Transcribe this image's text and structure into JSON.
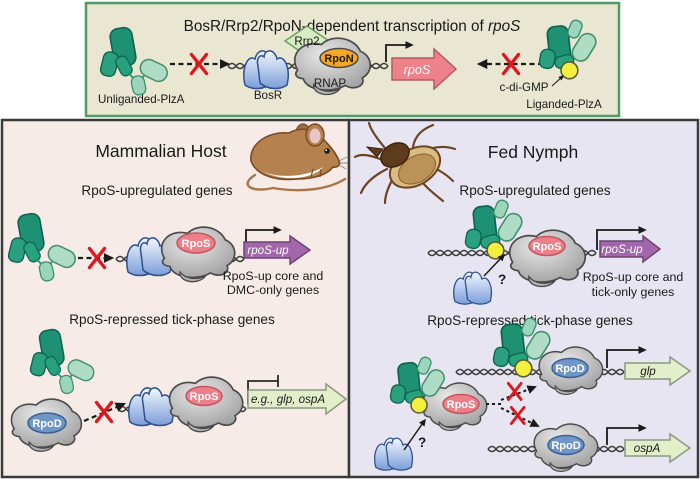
{
  "top_panel": {
    "title_prefix": "BosR/Rrp2/RpoN-dependent transcription of ",
    "title_gene": "rpoS",
    "unliganded_label": "Unliganded-PlzA",
    "liganded_label": "Liganded-PlzA",
    "cdigmp_label": "c-di-GMP",
    "bosr_label": "BosR",
    "rrp2_label": "Rrp2",
    "rpon_label": "RpoN",
    "rnap_label": "RNAP",
    "gene_label": "rpoS"
  },
  "mammalian_panel": {
    "title": "Mammalian Host",
    "upregulated_heading": "RpoS-upregulated genes",
    "rpos_label": "RpoS",
    "gene_label": "rpoS-up",
    "caption_line1": "RpoS-up core and",
    "caption_line2": "DMC-only genes",
    "repressed_heading": "RpoS-repressed tick-phase genes",
    "rpod_label": "RpoD",
    "rpos_label2": "RpoS",
    "repressed_gene_label": "e.g., glp, ospA"
  },
  "fed_nymph_panel": {
    "title": "Fed Nymph",
    "upregulated_heading": "RpoS-upregulated genes",
    "rpos_label": "RpoS",
    "gene_label": "rpoS-up",
    "caption_line1": "RpoS-up core and",
    "caption_line2": "tick-only genes",
    "question_mark": "?",
    "repressed_heading": "RpoS-repressed tick-phase genes",
    "rpod_label": "RpoD",
    "glp_gene_label": "glp",
    "rpos_label2": "RpoS",
    "question_mark2": "?",
    "rpod_label2": "RpoD",
    "ospa_gene_label": "ospA"
  },
  "colors": {
    "top_panel_bg": "#e9e6d1",
    "top_panel_border": "#4e9b68",
    "mammalian_bg": "#f6ebe6",
    "nymph_bg": "#e7e5f1",
    "panel_border": "#3a3a3a",
    "rpos_gene_arrow": "#ed828a",
    "rpos_up_arrow": "#a266ab",
    "repressed_gene_arrow": "#e3efca",
    "rpon_fill": "#f6a723",
    "rpos_fill": "#ed7f88",
    "rpod_fill": "#6e96c6",
    "rrp2_fill": "#d8ecc4",
    "plza_dark_teal": "#1f9173",
    "plza_light_green": "#aedcc5",
    "cdigmp_yellow": "#f4ef3d",
    "red_x": "#e0161f",
    "dna_strand": "#3d3d3d"
  }
}
